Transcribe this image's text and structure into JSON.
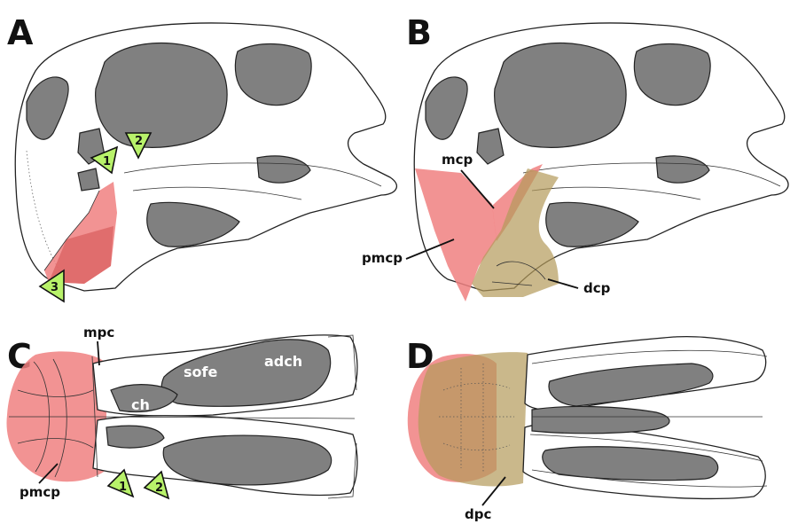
{
  "panels": {
    "A": {
      "label": "A",
      "markers": [
        "1",
        "2",
        "3"
      ]
    },
    "B": {
      "label": "B",
      "labels": {
        "mcp": "mcp",
        "pmcp": "pmcp",
        "dcp": "dcp"
      }
    },
    "C": {
      "label": "C",
      "labels": {
        "mpc": "mpc",
        "sofe": "sofe",
        "adch": "adch",
        "ch": "ch",
        "pmcp": "pmcp"
      },
      "markers": [
        "1",
        "2"
      ]
    },
    "D": {
      "label": "D",
      "labels": {
        "dpc": "dpc"
      }
    }
  },
  "colors": {
    "fenestra": "#808080",
    "bone": "#ffffff",
    "premaxillary_region": "#f08080",
    "dentary_region": "#b49a5a",
    "marker": "#b8f26a"
  }
}
